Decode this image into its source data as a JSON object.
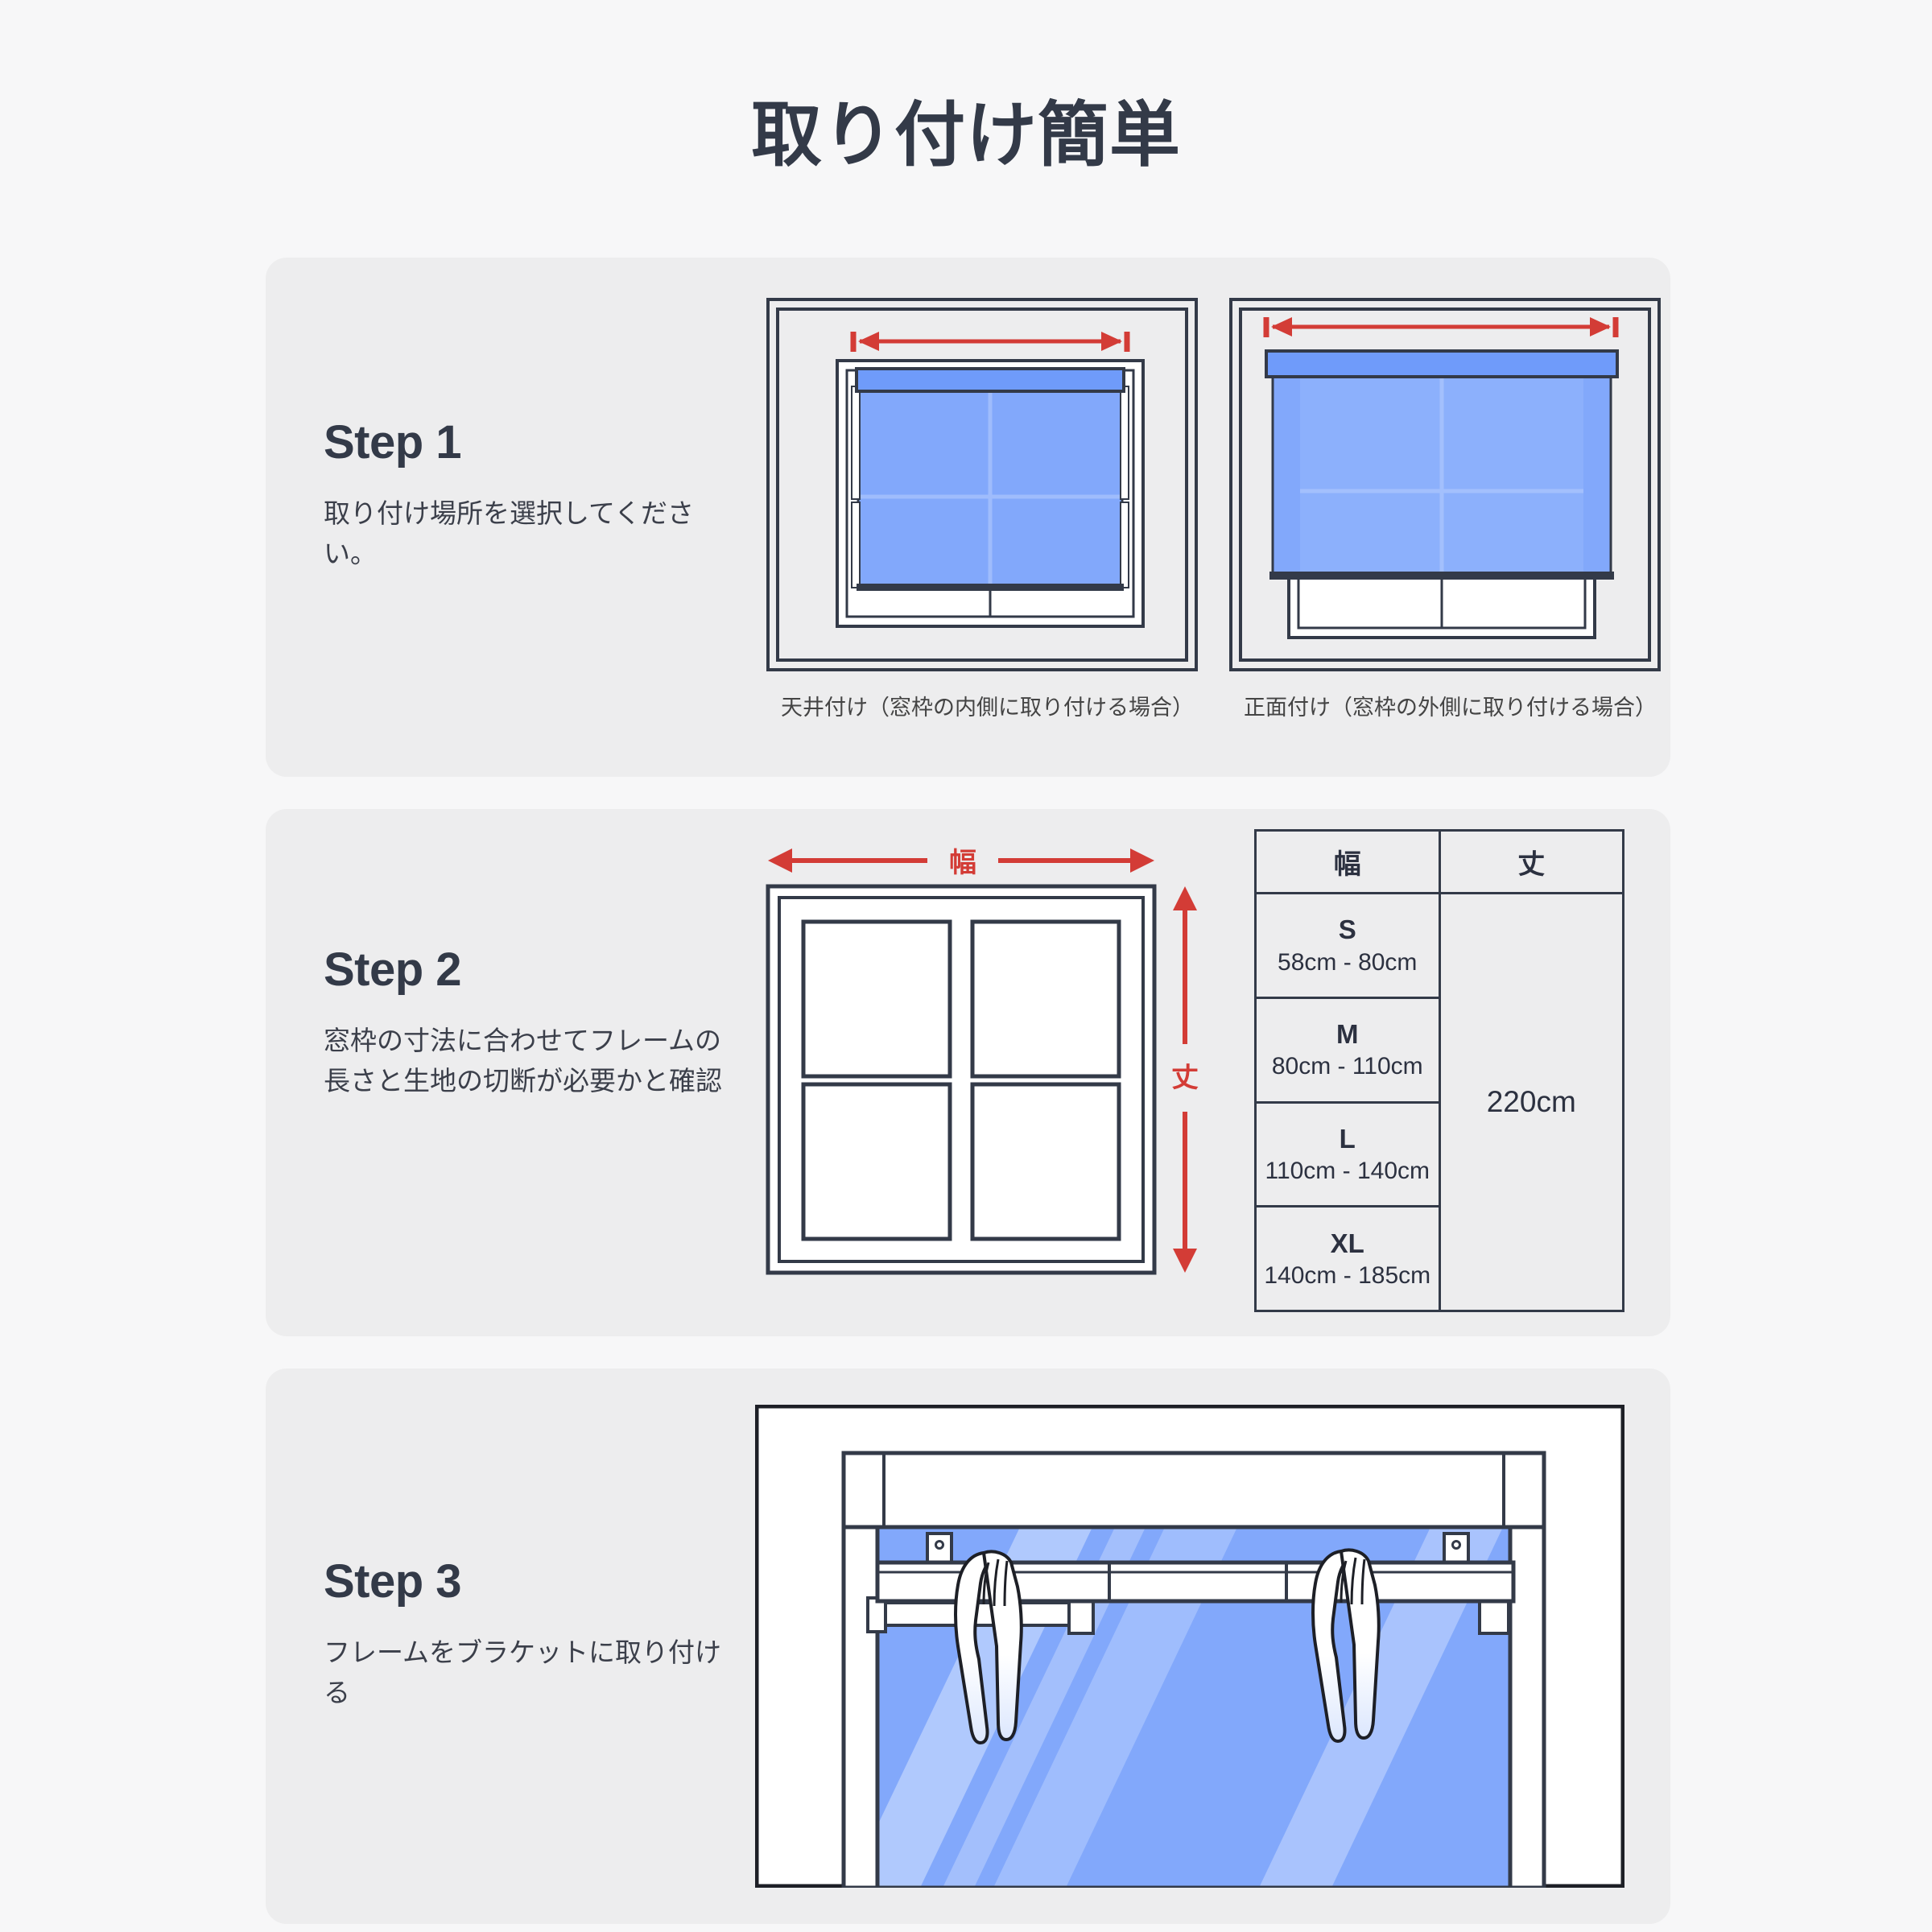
{
  "page": {
    "title": "取り付け簡単",
    "background_color": "#f7f7f8",
    "card_color": "#ededee",
    "text_color": "#333a48",
    "accent_red": "#d33c36",
    "fabric_blue": "#82a8fb",
    "fabric_blue_light": "#b7cefd",
    "outline_color": "#333a48"
  },
  "steps": [
    {
      "title": "Step 1",
      "description": "取り付け場所を選択してください。",
      "figures": [
        {
          "caption": "天井付け（窓枠の内側に取り付ける場合）",
          "mount": "inside"
        },
        {
          "caption": "正面付け（窓枠の外側に取り付ける場合）",
          "mount": "outside"
        }
      ]
    },
    {
      "title": "Step 2",
      "description": "窓枠の寸法に合わせてフレームの長さと生地の切断が必要かと確認",
      "measure_labels": {
        "width": "幅",
        "drop": "丈"
      }
    },
    {
      "title": "Step 3",
      "description": "フレームをブラケットに取り付ける"
    }
  ],
  "size_table": {
    "headers": [
      "幅",
      "丈"
    ],
    "drop_value": "220cm",
    "rows": [
      {
        "name": "S",
        "range": "58cm - 80cm"
      },
      {
        "name": "M",
        "range": "80cm - 110cm"
      },
      {
        "name": "L",
        "range": "110cm - 140cm"
      },
      {
        "name": "XL",
        "range": "140cm - 185cm"
      }
    ]
  }
}
